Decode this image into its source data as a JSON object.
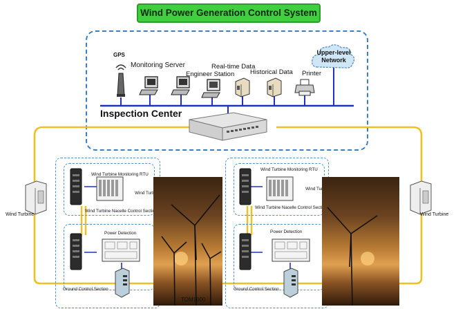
{
  "title": "Wind Power Generation Control System",
  "inspection_center": {
    "label": "Inspection Center",
    "devices": [
      {
        "label": "GPS",
        "icon": "gps-antenna-icon"
      },
      {
        "label": "Monitoring Server",
        "icon": "computer-icon"
      },
      {
        "label": "Engineer Station",
        "icon": "computer-icon"
      },
      {
        "label": "Real-time Data",
        "icon": "computer-icon"
      },
      {
        "label": "Historical Data",
        "icon": "server-icon"
      },
      {
        "label": "Printer",
        "icon": "printer-icon"
      },
      {
        "label": "Upper-level Network",
        "icon": "cloud-icon"
      }
    ]
  },
  "left_site": {
    "turbine_label": "Wind Turbine",
    "rtu_label": "Wind Turbine Monitoring RTU",
    "turbine_label_2": "Wind Turbine",
    "nacelle_label": "Wind Turbine Nacelle Control Section",
    "power_label": "Power Detection",
    "ground_label": "Ground Control Section"
  },
  "right_site": {
    "turbine_label": "Wind Turbine",
    "rtu_label": "Wind Turbine Monitoring RTU",
    "turbine_label_2": "Wind Turbine",
    "nacelle_label": "Wind Turbine Nacelle Control Section",
    "power_label": "Power Detection",
    "ground_label": "Ground Control Section"
  },
  "bottom_label": "TOM1000",
  "colors": {
    "title_bg": "#3fcf3f",
    "ring": "#f0c020",
    "bus": "#2030c0",
    "dashed": "#3a7fc4"
  }
}
